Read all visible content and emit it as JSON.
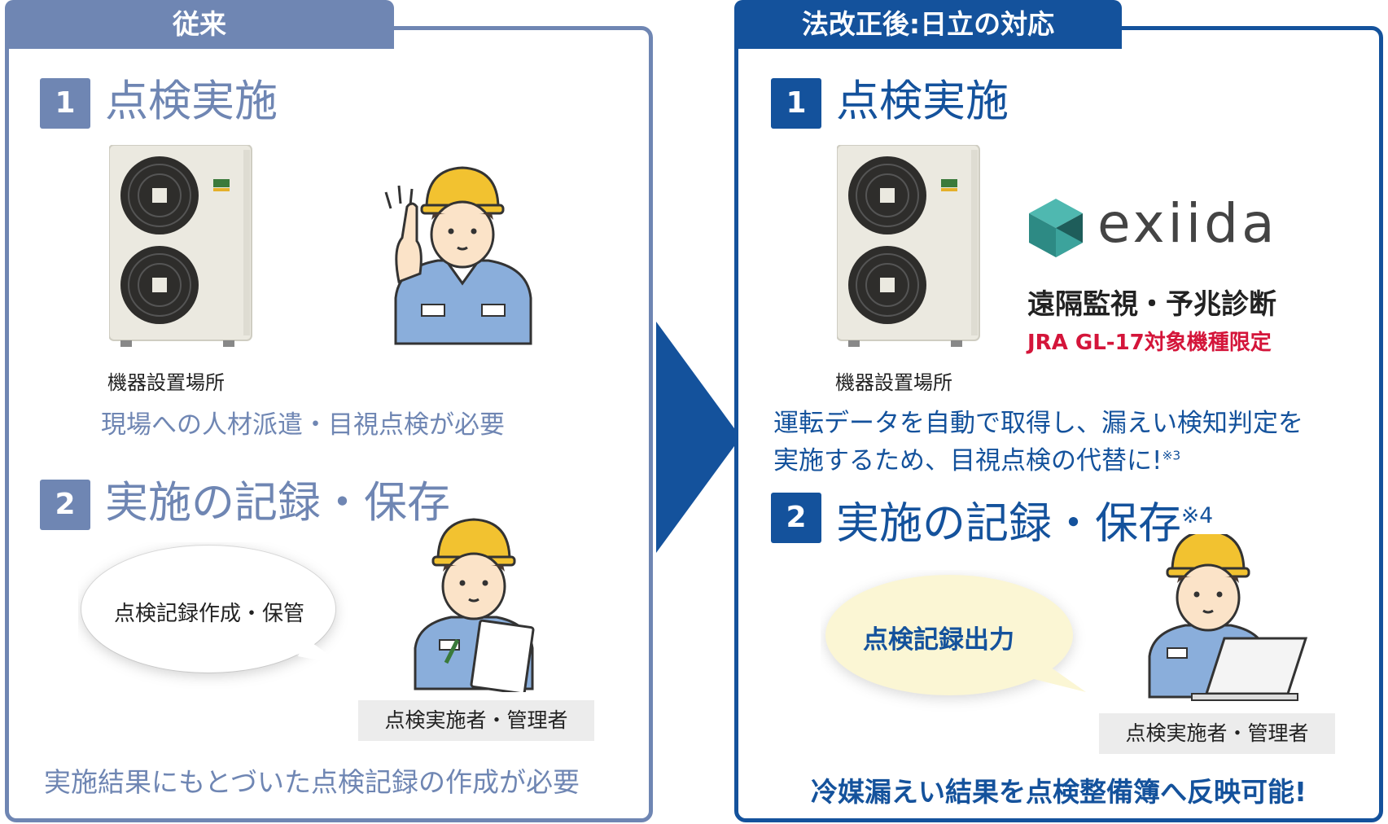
{
  "left": {
    "tab": "従来",
    "step1": {
      "number": "1",
      "title": "点検実施",
      "equipment_label": "機器設置場所",
      "description": "現場への人材派遣・目視点検が必要"
    },
    "step2": {
      "number": "2",
      "title": "実施の記録・保存",
      "bubble": "点検記録作成・保管",
      "role": "点検実施者・管理者",
      "description": "実施結果にもとづいた点検記録の作成が必要"
    }
  },
  "right": {
    "tab": "法改正後:日立の対応",
    "step1": {
      "number": "1",
      "title": "点検実施",
      "equipment_label": "機器設置場所",
      "logo_text": "exiida",
      "service": "遠隔監視・予兆診断",
      "scope": "JRA GL-17対象機種限定",
      "description_line1": "運転データを自動で取得し、漏えい検知判定を",
      "description_line2": "実施するため、目視点検の代替に!",
      "description_note": "※3"
    },
    "step2": {
      "number": "2",
      "title": "実施の記録・保存",
      "title_note": "※4",
      "bubble": "点検記録出力",
      "role": "点検実施者・管理者",
      "description": "冷媒漏えい結果を点検整備簿へ反映可能!"
    }
  },
  "colors": {
    "left_accent": "#6f86b3",
    "right_accent": "#14529c",
    "scope_red": "#d4153a",
    "helmet": "#f2c230",
    "uniform": "#8aaedb",
    "bubble_right": "#fbf6d4"
  },
  "icons": [
    "outdoor-unit-icon",
    "worker-pointing-icon",
    "worker-clipboard-icon",
    "worker-laptop-icon",
    "exiida-cube-icon",
    "arrow-right-icon"
  ]
}
